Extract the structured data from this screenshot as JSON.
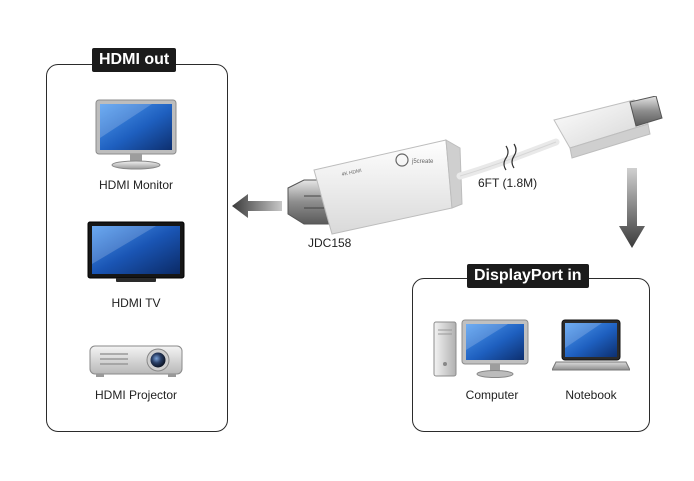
{
  "hdmi_out": {
    "title": "HDMI out",
    "devices": [
      {
        "label": "HDMI Monitor",
        "icon": "monitor-icon"
      },
      {
        "label": "HDMI TV",
        "icon": "tv-icon"
      },
      {
        "label": "HDMI Projector",
        "icon": "projector-icon"
      }
    ]
  },
  "displayport_in": {
    "title": "DisplayPort in",
    "devices": [
      {
        "label": "Computer",
        "icon": "desktop-computer-icon"
      },
      {
        "label": "Notebook",
        "icon": "notebook-icon"
      }
    ]
  },
  "adapter": {
    "model": "JDC158",
    "cable_length": "6FT (1.8M)",
    "brand": "j5create",
    "hdmi_side_text": "4K HDMI"
  },
  "colors": {
    "panel_border": "#2b2b2b",
    "title_bg": "#1b1b1b",
    "arrow": "#6e6e6e",
    "screen_blue": "#1e5fbf"
  }
}
